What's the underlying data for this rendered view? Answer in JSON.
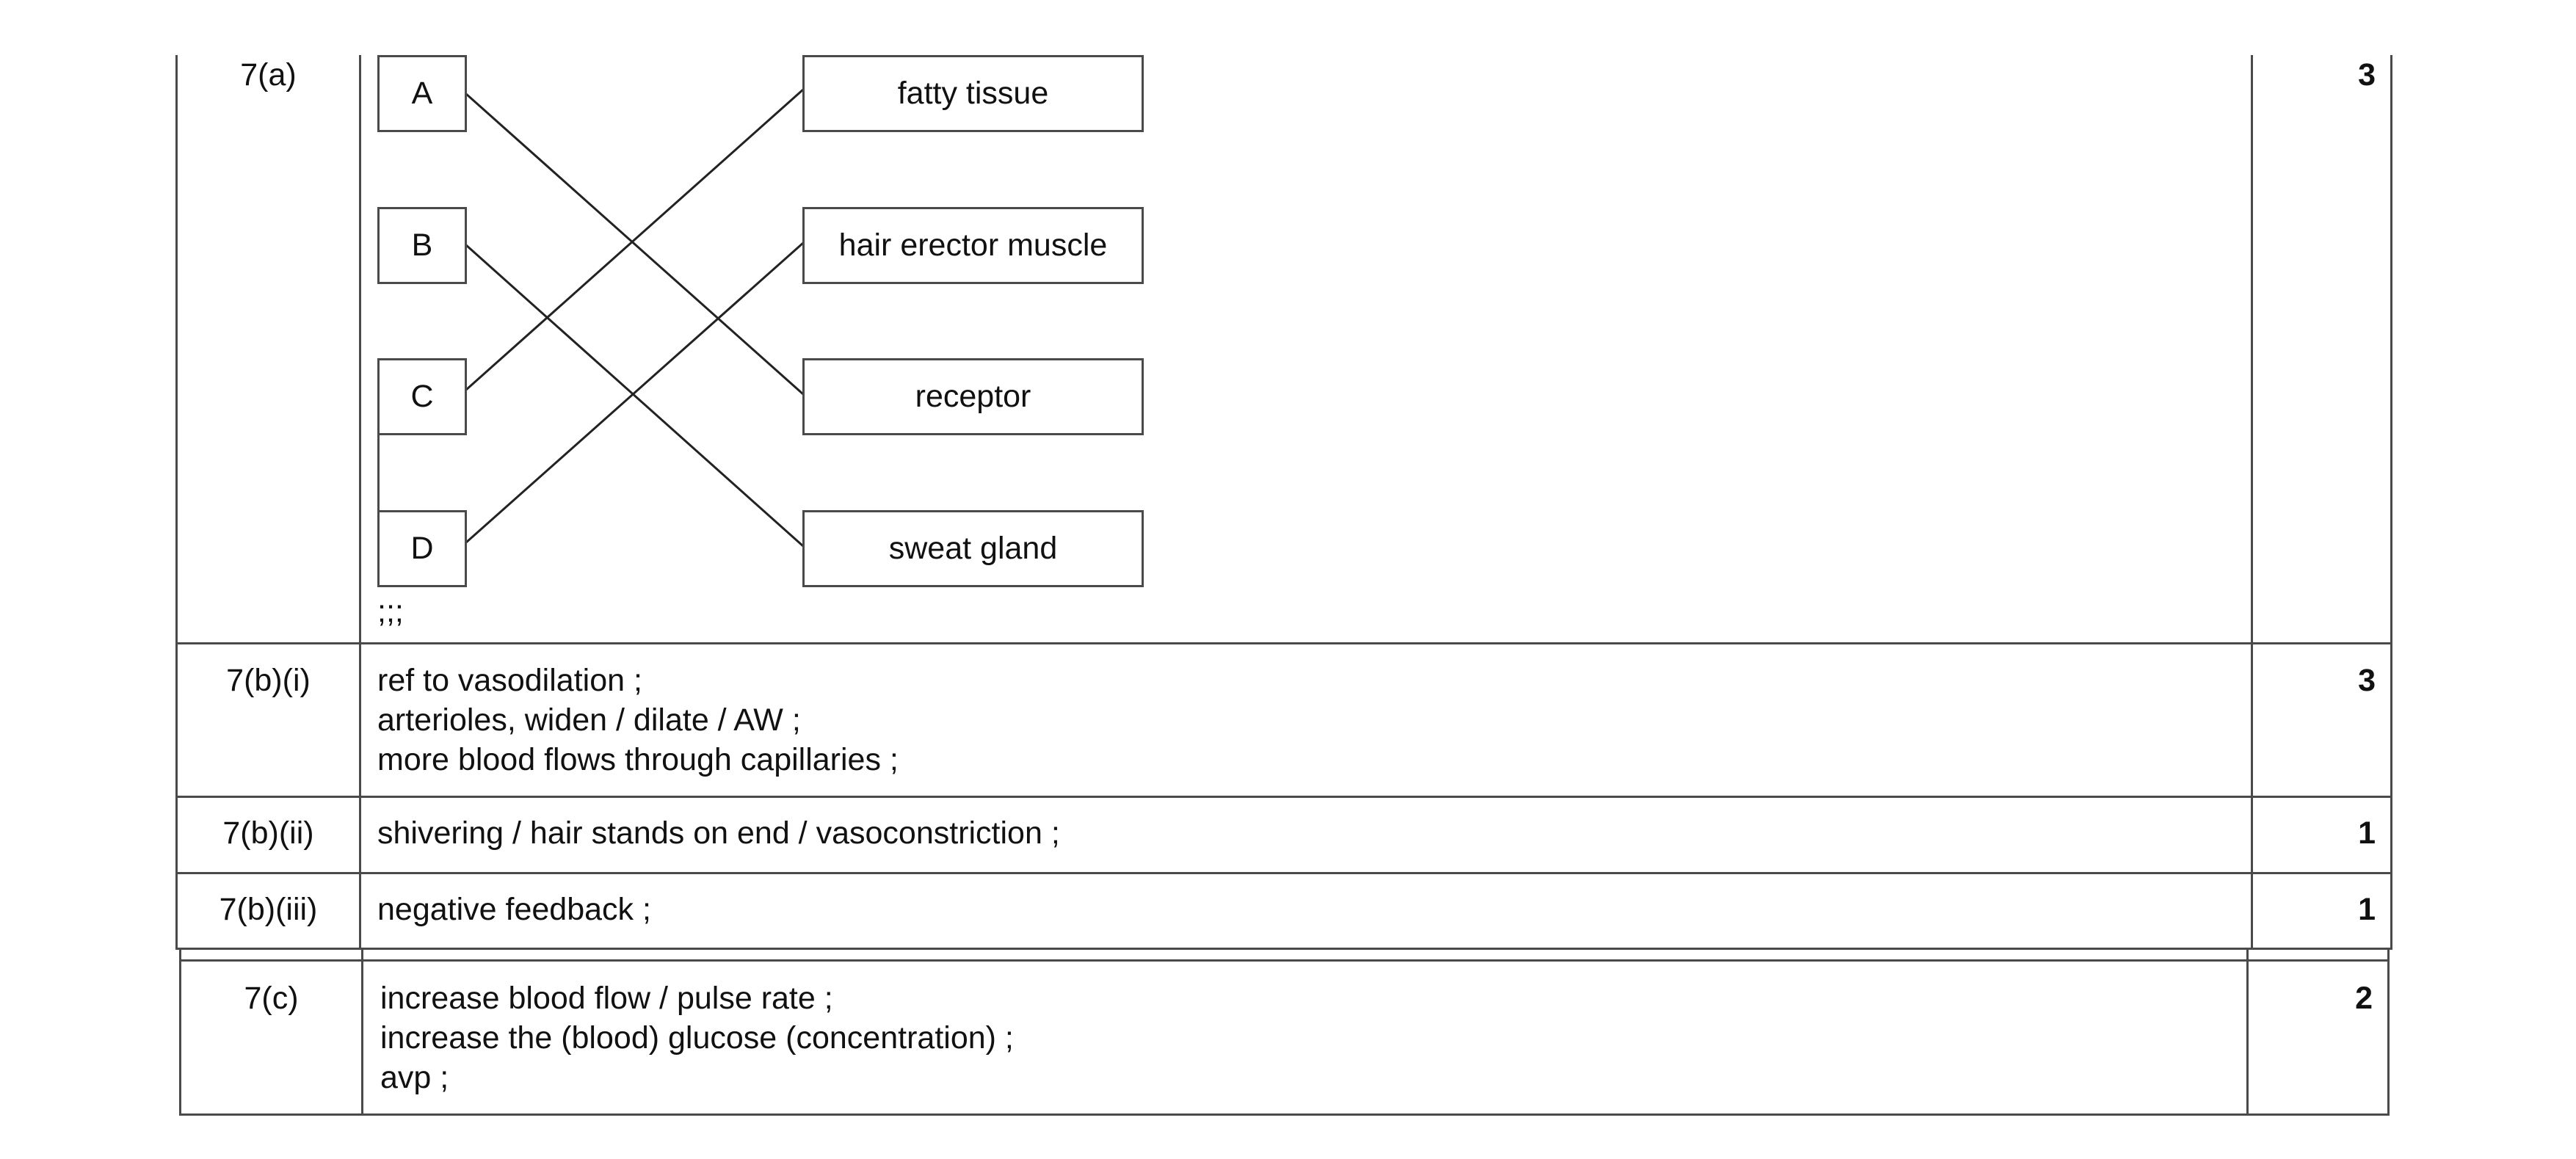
{
  "rows": [
    {
      "question": "7(a)",
      "letters": [
        "A",
        "B",
        "C",
        "D"
      ],
      "structures": [
        "fatty tissue",
        "hair erector muscle",
        "receptor",
        "sweat gland"
      ],
      "separator_note": ";;;",
      "mark": "3"
    },
    {
      "question": "7(b)(i)",
      "lines": [
        "ref to vasodilation ;",
        "arterioles, widen / dilate / AW ;",
        "more blood flows through capillaries ;"
      ],
      "mark": "3"
    },
    {
      "question": "7(b)(ii)",
      "lines": [
        "shivering / hair stands on end / vasoconstriction ;"
      ],
      "mark": "1"
    },
    {
      "question": "7(b)(iii)",
      "lines": [
        "negative feedback ;"
      ],
      "mark": "1"
    },
    {
      "question": "7(c)",
      "lines": [
        "increase blood flow / pulse rate ;",
        "increase the (blood) glucose (concentration) ;",
        "avp ;"
      ],
      "mark": "2"
    }
  ],
  "matching": [
    {
      "letter": "A",
      "structure": "receptor"
    },
    {
      "letter": "B",
      "structure": "sweat gland"
    },
    {
      "letter": "C",
      "structure": "fatty tissue"
    },
    {
      "letter": "D",
      "structure": "hair erector muscle"
    }
  ]
}
